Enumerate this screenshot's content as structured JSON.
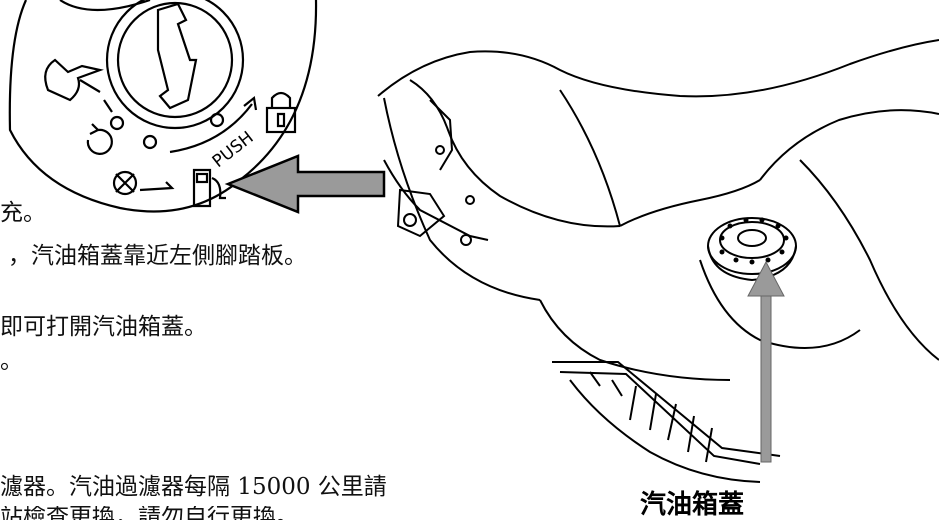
{
  "manual": {
    "lines": [
      "充。",
      "，汽油箱蓋靠近左側腳踏板。",
      "即可打開汽油箱蓋。",
      "。",
      "濾器。汽油過濾器每隔 15000 公里請",
      "站檢查更換，請勿自行更換。"
    ]
  },
  "cap_diagram": {
    "push_label": "PUSH"
  },
  "figure": {
    "caption": "汽油箱蓋"
  },
  "colors": {
    "callout_arrow": "#9a9a9a",
    "ink": "#000000"
  }
}
